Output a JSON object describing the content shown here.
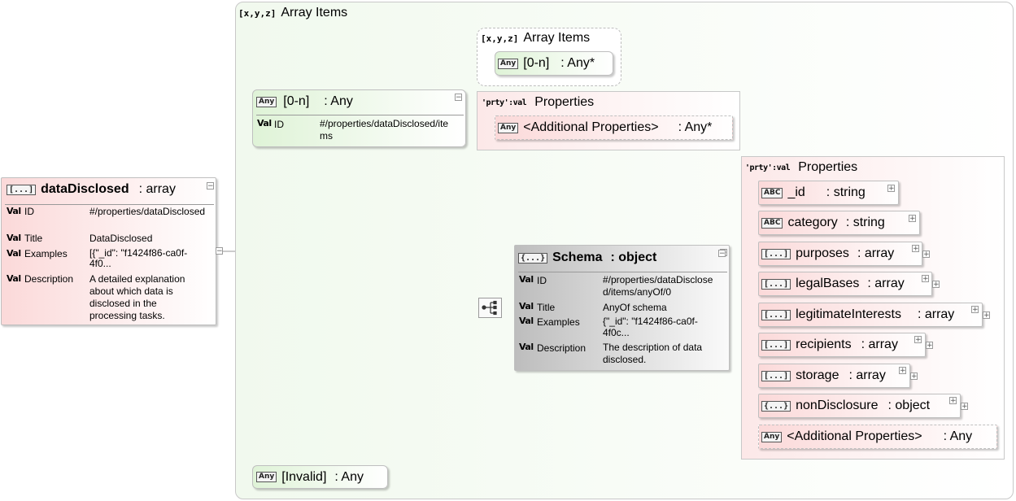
{
  "root": {
    "name": "dataDisclosed",
    "type": ": array",
    "icon": "[...]",
    "rows": [
      {
        "badge": "Val",
        "key": "ID",
        "value": "#/properties/dataDisclosed"
      },
      {
        "badge": "Val",
        "key": "Title",
        "value": "DataDisclosed"
      },
      {
        "badge": "Val",
        "key": "Examples",
        "value": "[{\"_id\": \"f1424f86-ca0f-4f0..."
      },
      {
        "badge": "Val",
        "key": "Description",
        "value": "A detailed explanation about which data is disclosed in the processing tasks."
      }
    ]
  },
  "outer_group": {
    "tag": "[x,y,z]",
    "title": "Array Items"
  },
  "items_node": {
    "badge": "Any",
    "name": "[0-n]",
    "type": ": Any",
    "rows": [
      {
        "badge": "Val",
        "key": "ID",
        "value": "#/properties/dataDisclosed/items"
      }
    ]
  },
  "invalid_node": {
    "badge": "Any",
    "name": "[Invalid]",
    "type": ": Any"
  },
  "inner_group": {
    "tag": "[x,y,z]",
    "title": "Array Items",
    "node": {
      "badge": "Any",
      "name": "[0-n]",
      "type": ": Any*"
    }
  },
  "props_small": {
    "tag": "'prty':val",
    "title": "Properties",
    "node": {
      "badge": "Any",
      "name": "<Additional Properties>",
      "type": ": Any*"
    }
  },
  "schema_node": {
    "icon": "{...}",
    "name": "Schema",
    "type": ": object",
    "rows": [
      {
        "badge": "Val",
        "key": "ID",
        "value": "#/properties/dataDisclosed/items/anyOf/0"
      },
      {
        "badge": "Val",
        "key": "Title",
        "value": "AnyOf schema"
      },
      {
        "badge": "Val",
        "key": "Examples",
        "value": "{\"_id\": \"f1424f86-ca0f-4f0c..."
      },
      {
        "badge": "Val",
        "key": "Description",
        "value": "The description of data disclosed."
      }
    ]
  },
  "props_big": {
    "tag": "'prty':val",
    "title": "Properties",
    "items": [
      {
        "badge": "ABC",
        "name": "_id",
        "type": ": string"
      },
      {
        "badge": "ABC",
        "name": "category",
        "type": ": string"
      },
      {
        "badge": "[...]",
        "name": "purposes",
        "type": ": array"
      },
      {
        "badge": "[...]",
        "name": "legalBases",
        "type": ": array"
      },
      {
        "badge": "[...]",
        "name": "legitimateInterests",
        "type": ": array"
      },
      {
        "badge": "[...]",
        "name": "recipients",
        "type": ": array"
      },
      {
        "badge": "[...]",
        "name": "storage",
        "type": ": array"
      },
      {
        "badge": "{...}",
        "name": "nonDisclosure",
        "type": ": object"
      },
      {
        "badge": "Any",
        "name": "<Additional Properties>",
        "type": ": Any"
      }
    ]
  },
  "symbols": {
    "collapse": "−",
    "expand": "+"
  }
}
